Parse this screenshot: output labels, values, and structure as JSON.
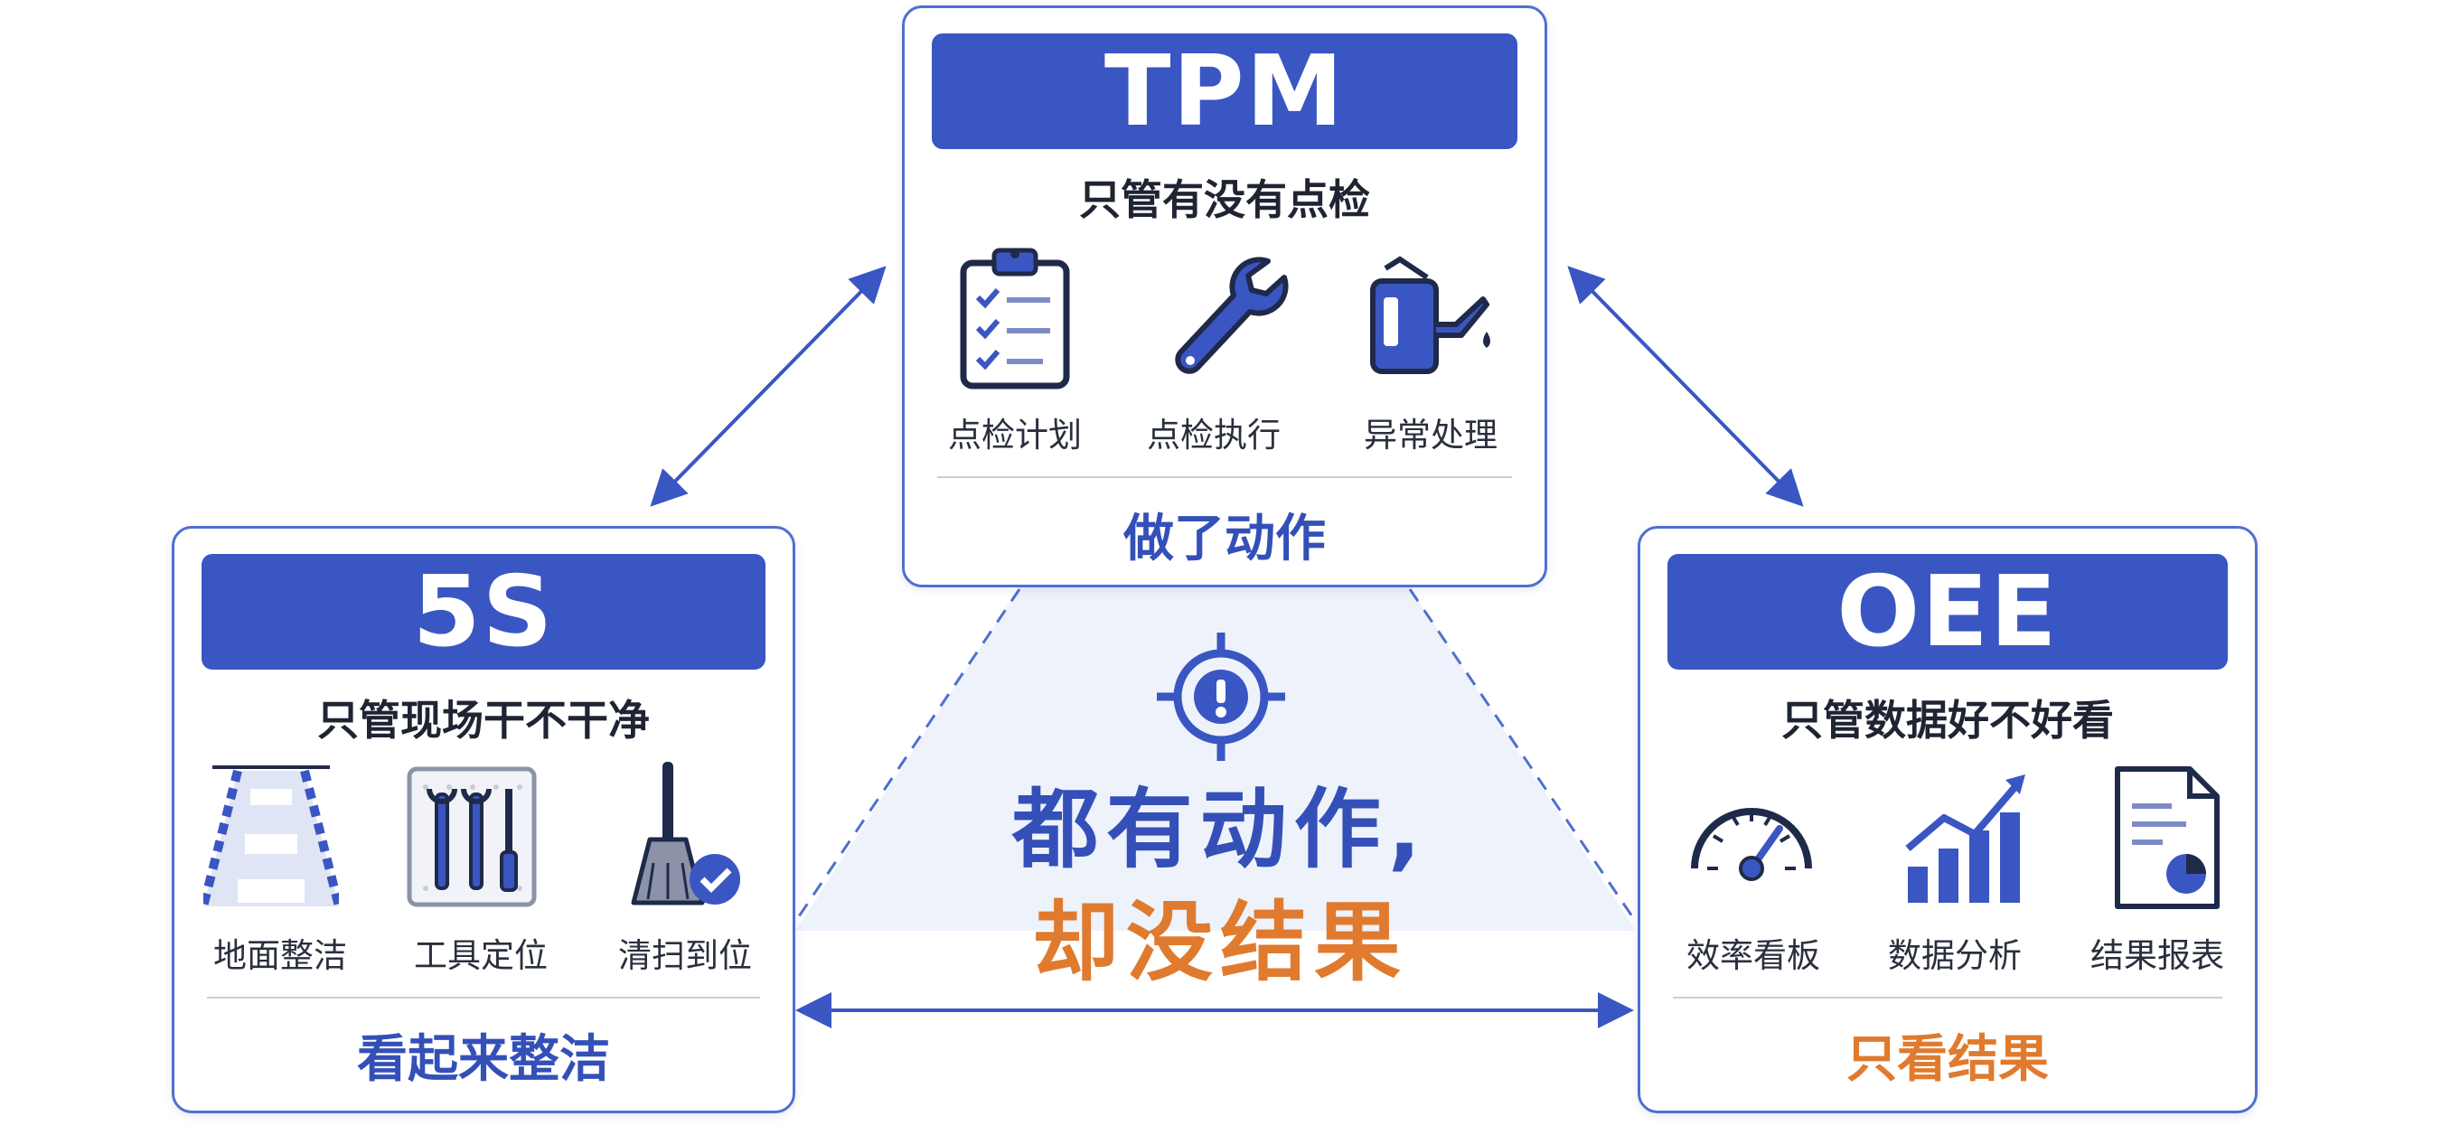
{
  "tpm": {
    "title": "TPM",
    "subtitle": "只管有没有点检",
    "items": [
      {
        "label": "点检计划",
        "icon": "clipboard-checklist-icon"
      },
      {
        "label": "点检执行",
        "icon": "wrench-icon"
      },
      {
        "label": "异常处理",
        "icon": "oil-can-icon"
      }
    ],
    "footer": "做了动作"
  },
  "five_s": {
    "title": "5S",
    "subtitle": "只管现场干不干净",
    "items": [
      {
        "label": "地面整洁",
        "icon": "floor-lane-icon"
      },
      {
        "label": "工具定位",
        "icon": "tool-board-icon"
      },
      {
        "label": "清扫到位",
        "icon": "broom-check-icon"
      }
    ],
    "footer": "看起来整洁"
  },
  "oee": {
    "title": "OEE",
    "subtitle": "只管数据好不好看",
    "items": [
      {
        "label": "效率看板",
        "icon": "gauge-icon"
      },
      {
        "label": "数据分析",
        "icon": "bar-chart-trend-icon"
      },
      {
        "label": "结果报表",
        "icon": "report-document-icon"
      }
    ],
    "footer": "只看结果"
  },
  "center": {
    "line1": "都有动作,",
    "line2": "却没结果",
    "icon": "target-alert-icon"
  },
  "colors": {
    "primary_blue": "#3a56c2",
    "text_blue": "#3450b8",
    "accent_orange": "#e07a2e",
    "triangle_fill": "#eef2fb"
  }
}
